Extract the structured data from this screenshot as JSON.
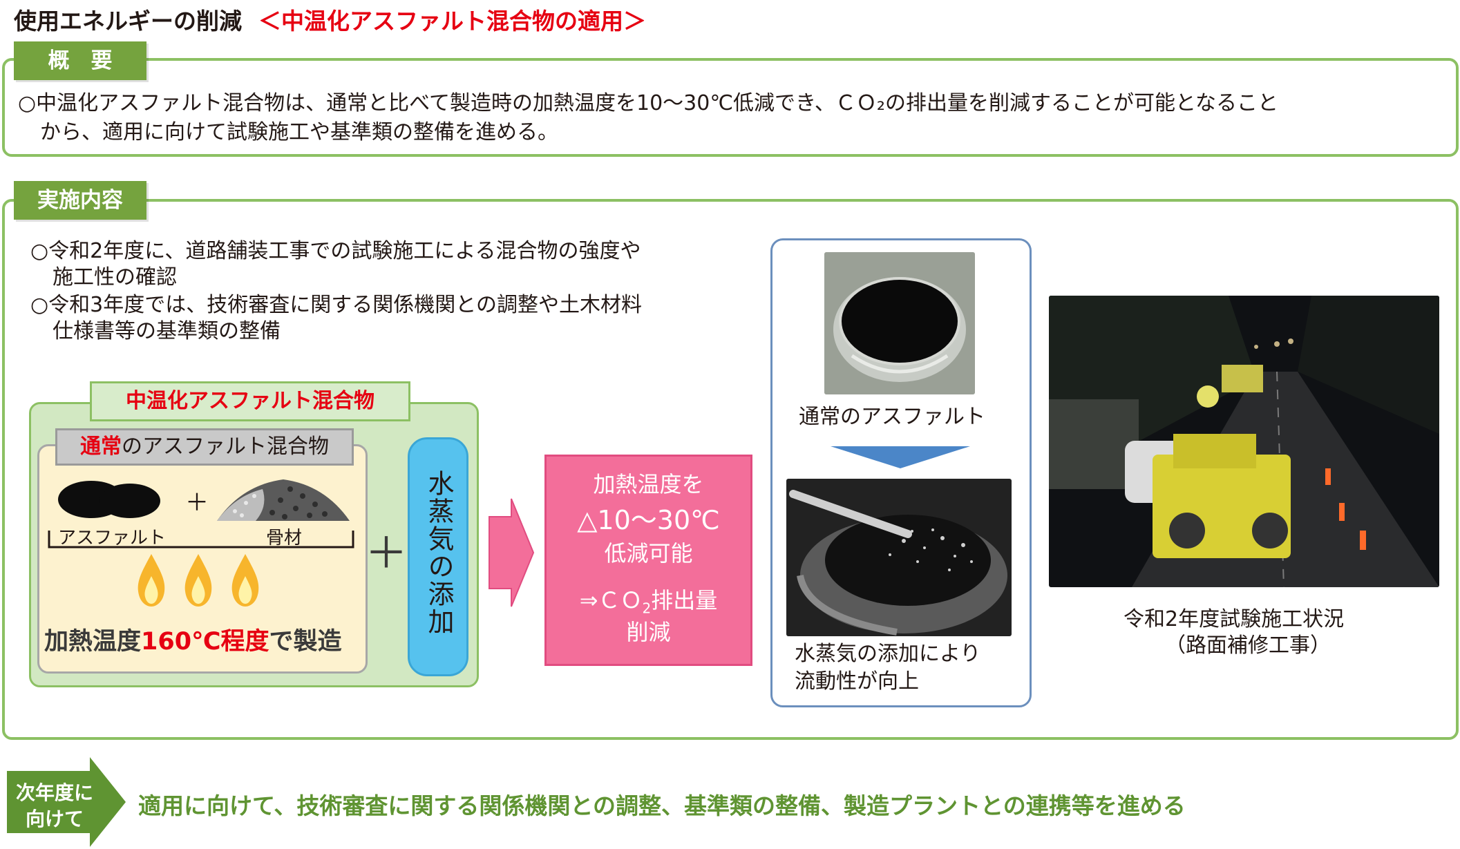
{
  "title": {
    "main": "使用エネルギーの削減",
    "sub": "＜中温化アスファルト混合物の適用＞"
  },
  "overview": {
    "label": "概　要",
    "line1": "○中温化アスファルト混合物は、通常と比べて製造時の加熱温度を10～30℃低減でき、ＣＯ₂の排出量を削減することが可能となること",
    "line2": "から、適用に向けて試験施工や基準類の整備を進める。"
  },
  "implementation": {
    "label": "実施内容",
    "bullets": [
      "○令和2年度に、道路舗装工事での試験施工による混合物の強度や",
      "施工性の確認",
      "○令和3年度では、技術審査に関する関係機関との調整や土木材料",
      "仕様書等の基準類の整備"
    ]
  },
  "diagram": {
    "warm_mix_title": "中温化アスファルト混合物",
    "normal_prefix": "通常",
    "normal_suffix": "のアスファルト混合物",
    "plus_small": "＋",
    "asphalt_label": "アスファルト",
    "aggregate_label": "骨材",
    "heat_prefix": "加熱温度",
    "heat_value": "160℃程度",
    "heat_suffix": "で製造",
    "plus_big": "＋",
    "vapor_label": "水蒸気の添加",
    "result_line1": "加熱温度を",
    "result_line2": "△10～30℃",
    "result_line3": "低減可能",
    "result_line4_a": "⇒ＣＯ",
    "result_line4_sub": "2",
    "result_line4_b": "排出量",
    "result_line5": "削減"
  },
  "photos": {
    "normal_caption": "通常のアスファルト",
    "vapor_caption1": "水蒸気の添加により",
    "vapor_caption2": "流動性が向上",
    "site_caption1": "令和2年度試験施工状況",
    "site_caption2": "（路面補修工事）"
  },
  "next_year": {
    "label_line1": "次年度に",
    "label_line2": "向けて",
    "text": "適用に向けて、技術審査に関する関係機関との調整、基準類の整備、製造プラントとの連携等を進める"
  },
  "colors": {
    "accent_red": "#e60012",
    "tag_green": "#75a33e",
    "border_green": "#8cc063",
    "vapor_blue": "#56c2ee",
    "result_pink": "#f36e9a"
  }
}
